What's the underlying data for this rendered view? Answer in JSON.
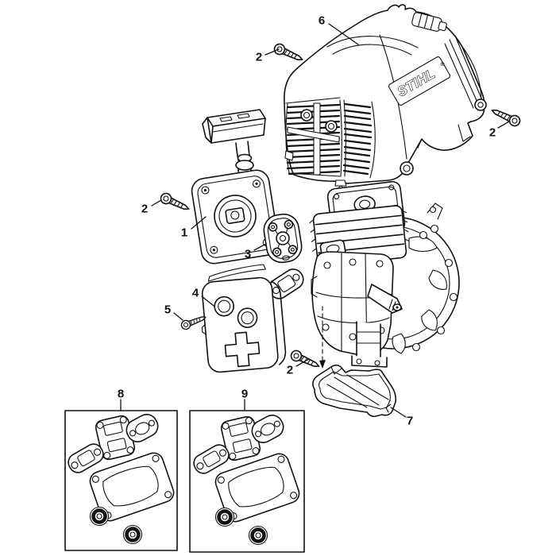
{
  "diagram": {
    "background": "#ffffff",
    "line_color": "#111111",
    "brand": {
      "logo_text": "STIHL",
      "registered_symbol": "®"
    },
    "callouts": [
      {
        "id": "screw-cover-left",
        "label": "2"
      },
      {
        "id": "engine-cover",
        "label": "6"
      },
      {
        "id": "screw-cover-right",
        "label": "2"
      },
      {
        "id": "screw-starter",
        "label": "2"
      },
      {
        "id": "rewind-starter",
        "label": "1"
      },
      {
        "id": "spacer-plate",
        "label": "3"
      },
      {
        "id": "muffler",
        "label": "4"
      },
      {
        "id": "muffler-screw",
        "label": "5"
      },
      {
        "id": "screw-bottom",
        "label": "2"
      },
      {
        "id": "deflector-guard",
        "label": "7"
      },
      {
        "id": "gasket-set-left",
        "label": "8"
      },
      {
        "id": "gasket-set-right",
        "label": "9"
      }
    ]
  }
}
